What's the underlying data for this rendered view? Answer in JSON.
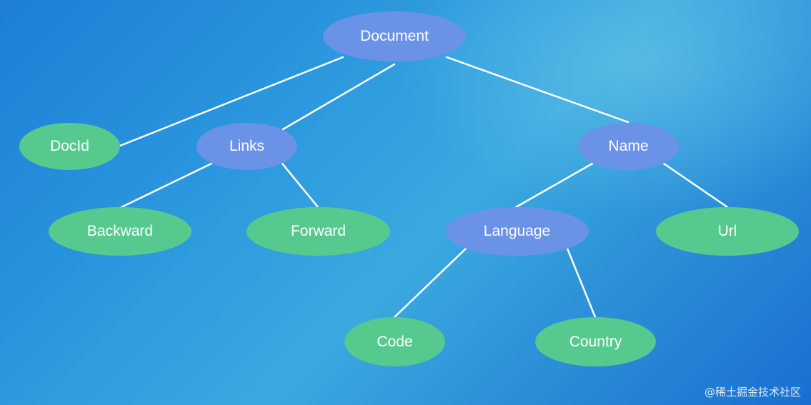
{
  "diagram": {
    "nodes": {
      "document": "Document",
      "docid": "DocId",
      "links": "Links",
      "name": "Name",
      "backward": "Backward",
      "forward": "Forward",
      "language": "Language",
      "url": "Url",
      "code": "Code",
      "country": "Country"
    },
    "edges": [
      [
        "document",
        "docid"
      ],
      [
        "document",
        "links"
      ],
      [
        "document",
        "name"
      ],
      [
        "links",
        "backward"
      ],
      [
        "links",
        "forward"
      ],
      [
        "name",
        "language"
      ],
      [
        "name",
        "url"
      ],
      [
        "language",
        "code"
      ],
      [
        "language",
        "country"
      ]
    ],
    "colors": {
      "internal_node": "#6a93e8",
      "leaf_node": "#56c98f",
      "edge": "#ffffff"
    }
  },
  "watermark": "@稀土掘金技术社区"
}
